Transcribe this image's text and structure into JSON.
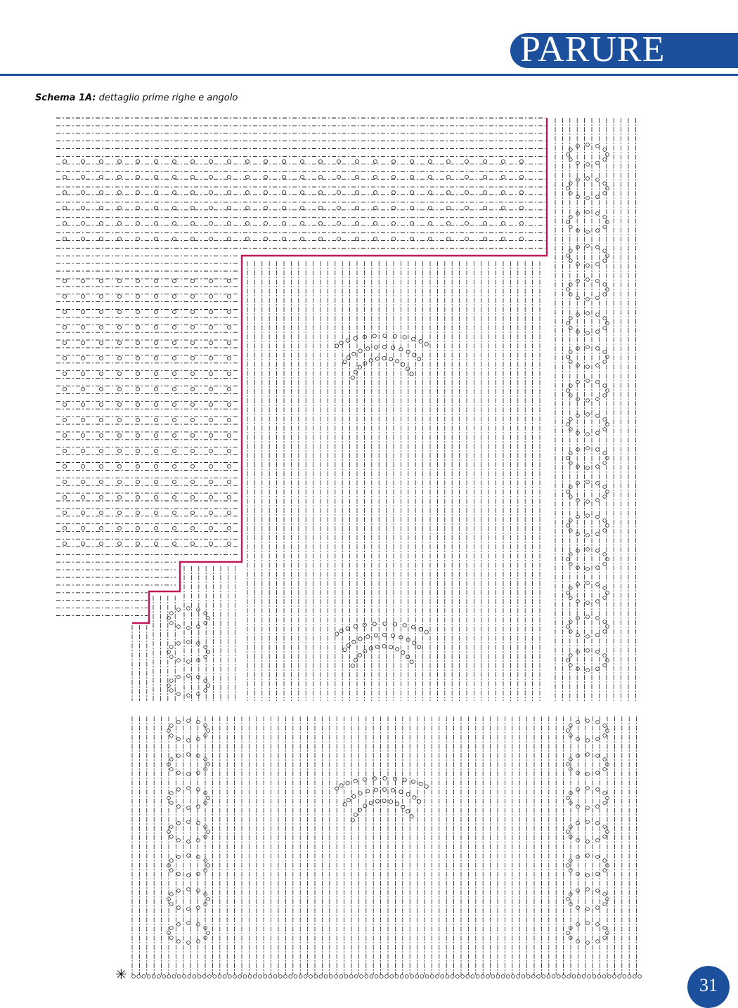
{
  "header": {
    "title": "PARURE",
    "accent_color": "#1c4f9c"
  },
  "caption": {
    "label": "Schema 1A:",
    "text": " dettaglio prime righe e angolo"
  },
  "diagram": {
    "name": "crochet-chart",
    "outline_color": "#c2185b",
    "symbol_color": "#222222",
    "start_marker_icon": "asterisk-icon"
  },
  "footer": {
    "page_number": "31"
  }
}
